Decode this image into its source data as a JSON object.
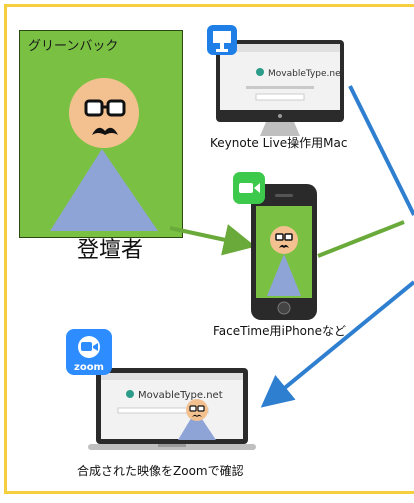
{
  "greenscreen": {
    "label": "グリーンバック"
  },
  "performer": {
    "label": "登壇者"
  },
  "mac": {
    "label": "Keynote Live操作用Mac",
    "screen_logo": "MovableType.net"
  },
  "iphone": {
    "label": "FaceTime用iPhoneなど"
  },
  "laptop": {
    "label": "合成された映像をZoomで確認",
    "screen_logo": "MovableType.net"
  },
  "zoom": {
    "label": "zoom"
  },
  "colors": {
    "frame": "#f6cf3f",
    "greenscreen": "#7ac143",
    "arrow_green": "#6aaa3a",
    "arrow_blue": "#2f7fd0",
    "body": "#8fa4d6",
    "skin": "#f3c190",
    "facetime": "#3dc94b",
    "keynote": "#1f7fe6",
    "zoom": "#2d8cff"
  },
  "icons": [
    "keynote-icon",
    "facetime-icon",
    "zoom-icon"
  ]
}
